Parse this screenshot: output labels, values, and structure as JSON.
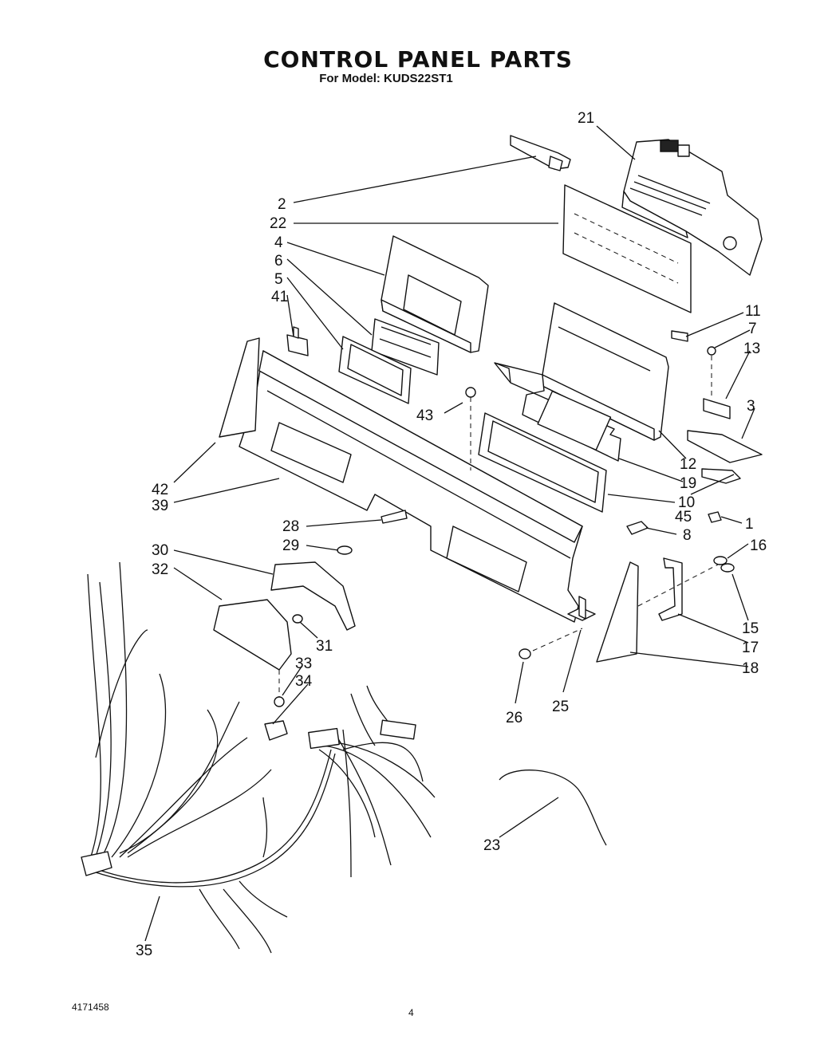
{
  "document": {
    "title": "CONTROL PANEL PARTS",
    "subtitle": "For Model: KUDS22ST1",
    "doc_number": "4171458",
    "page_number": "4"
  },
  "callouts": [
    {
      "id": "c21",
      "label": "21"
    },
    {
      "id": "c2",
      "label": "2"
    },
    {
      "id": "c22",
      "label": "22"
    },
    {
      "id": "c4",
      "label": "4"
    },
    {
      "id": "c6",
      "label": "6"
    },
    {
      "id": "c5",
      "label": "5"
    },
    {
      "id": "c41",
      "label": "41"
    },
    {
      "id": "c11",
      "label": "11"
    },
    {
      "id": "c7",
      "label": "7"
    },
    {
      "id": "c13",
      "label": "13"
    },
    {
      "id": "c3",
      "label": "3"
    },
    {
      "id": "c43",
      "label": "43"
    },
    {
      "id": "c12",
      "label": "12"
    },
    {
      "id": "c19",
      "label": "19"
    },
    {
      "id": "c45",
      "label": "45"
    },
    {
      "id": "c10",
      "label": "10"
    },
    {
      "id": "c1",
      "label": "1"
    },
    {
      "id": "c8",
      "label": "8"
    },
    {
      "id": "c42",
      "label": "42"
    },
    {
      "id": "c39",
      "label": "39"
    },
    {
      "id": "c28",
      "label": "28"
    },
    {
      "id": "c29",
      "label": "29"
    },
    {
      "id": "c16",
      "label": "16"
    },
    {
      "id": "c30",
      "label": "30"
    },
    {
      "id": "c32",
      "label": "32"
    },
    {
      "id": "c15",
      "label": "15"
    },
    {
      "id": "c31",
      "label": "31"
    },
    {
      "id": "c17",
      "label": "17"
    },
    {
      "id": "c18",
      "label": "18"
    },
    {
      "id": "c33",
      "label": "33"
    },
    {
      "id": "c34",
      "label": "34"
    },
    {
      "id": "c26",
      "label": "26"
    },
    {
      "id": "c25",
      "label": "25"
    },
    {
      "id": "c23",
      "label": "23"
    },
    {
      "id": "c35",
      "label": "35"
    }
  ]
}
